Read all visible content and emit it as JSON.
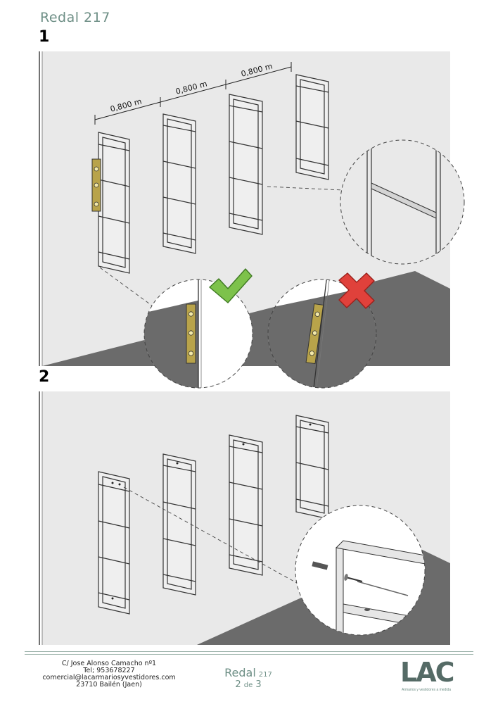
{
  "header": {
    "title": "Redal  217"
  },
  "steps": [
    {
      "number": "1"
    },
    {
      "number": "2"
    }
  ],
  "dimensions": [
    "0,800 m",
    "0,800 m",
    "0,800 m"
  ],
  "footer": {
    "address": [
      "C/ Jose Alonso Camacho nº1",
      "Tel; 953678227",
      "comercial@lacarmariosyvestidores.com",
      "23710 Bailén (Jaen)"
    ],
    "product_name": "Redal",
    "product_model": "217",
    "page": {
      "current": "2",
      "separator": "de",
      "total": "3"
    },
    "logo": {
      "letters": "LAC",
      "tagline": "Armarios y vestidores a medida"
    }
  },
  "colors": {
    "accent": "#6e8f86",
    "wall": "#e9e9e9",
    "floor": "#6b6b6b",
    "check": "#7dc24b",
    "cross": "#e0413b"
  }
}
